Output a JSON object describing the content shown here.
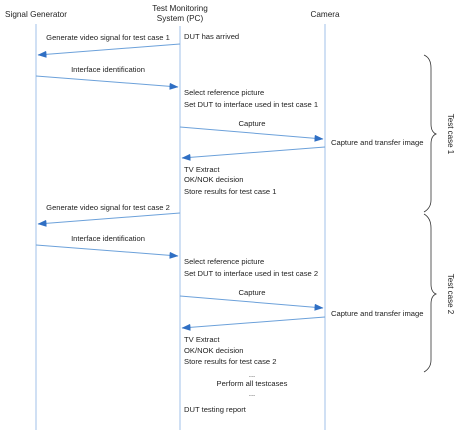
{
  "participants": {
    "signal_generator": "Signal Generator",
    "test_monitoring_line1": "Test Monitoring",
    "test_monitoring_line2": "System (PC)",
    "camera": "Camera"
  },
  "messages": {
    "dut_arrived": "DUT has arrived",
    "gen_video_1": "Generate video signal for test case 1",
    "interface_id_1": "Interface identification",
    "select_ref_1": "Select reference picture",
    "set_dut_1": "Set DUT to interface used in test case 1",
    "capture_1": "Capture",
    "capture_transfer_1": "Capture and transfer image",
    "tv_extract_1": "TV Extract",
    "oknok_1": "OK/NOK decision",
    "store_results_1": "Store results for test case 1",
    "gen_video_2": "Generate video signal for test case 2",
    "interface_id_2": "Interface identification",
    "select_ref_2": "Select reference picture",
    "set_dut_2": "Set DUT to interface used in test case 2",
    "capture_2": "Capture",
    "capture_transfer_2": "Capture and transfer image",
    "tv_extract_2": "TV Extract",
    "oknok_2": "OK/NOK decision",
    "store_results_2": "Store results for test case 2",
    "ellipsis_top": "...",
    "perform_all": "Perform all testcases",
    "ellipsis_bottom": "...",
    "dut_report": "DUT testing report"
  },
  "groups": {
    "test_case_1": "Test case 1",
    "test_case_2": "Test case 2"
  }
}
